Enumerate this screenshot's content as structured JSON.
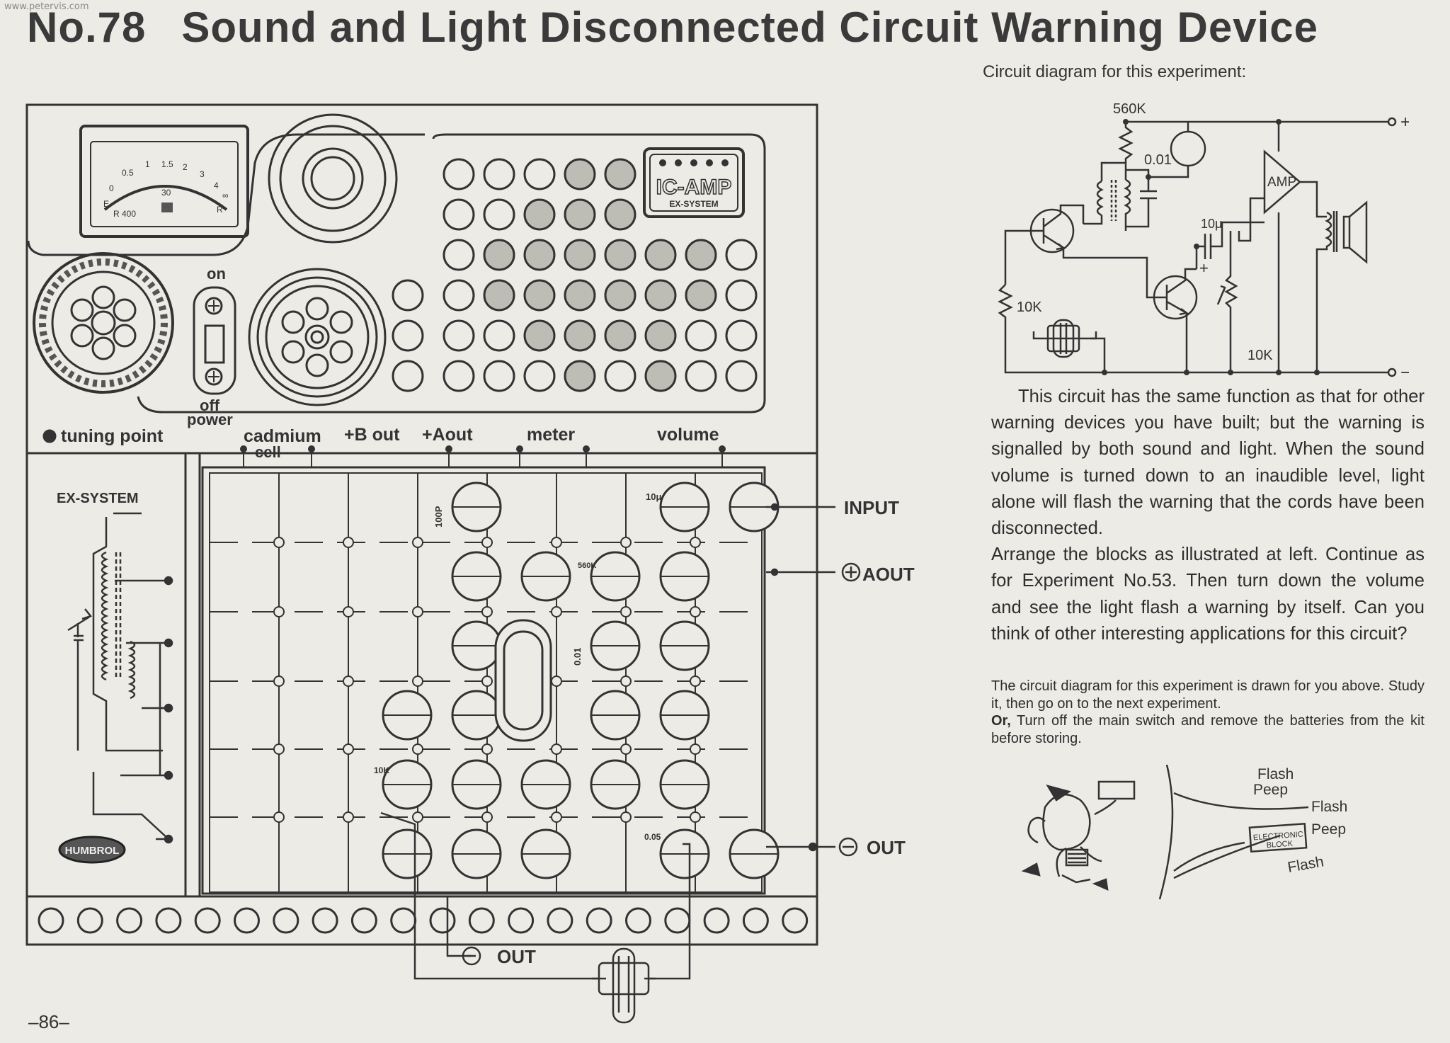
{
  "watermark": "www.petervis.com",
  "title": {
    "number": "No.78",
    "text": "Sound and Light Disconnected Circuit Warning Device"
  },
  "diagram_caption": "Circuit diagram for this experiment:",
  "page_number": "–86–",
  "kit": {
    "meter_scale": [
      "0",
      "0.5",
      "1",
      "1.5",
      "2",
      "3",
      "4",
      "E",
      "R",
      "∞",
      "30",
      "R 400"
    ],
    "ic_amp_label": "IC-AMP",
    "ex_system_small": "EX-SYSTEM",
    "switch_on": "on",
    "switch_off": "off",
    "power": "power",
    "tuning_point": "tuning point",
    "side_panel_label": "EX-SYSTEM",
    "brand_badge": "HUMBROL",
    "terminals": {
      "cadmium": "cadmium",
      "cell": "cell",
      "b_out": "+B out",
      "a_out": "+Aout",
      "meter": "meter",
      "volume": "volume"
    },
    "side_labels": {
      "input": "INPUT",
      "aout": "AOUT",
      "out": "OUT",
      "bottom_out": "OUT"
    },
    "component_labels": {
      "c100p": "100P",
      "c10u": "10μ",
      "r560k": "560K",
      "c001": "0.01",
      "r10k": "10K",
      "c005": "0.05"
    }
  },
  "schematic": {
    "labels": {
      "r_top": "560K",
      "cap": "0.01",
      "elec_cap": "10μ",
      "amp": "AMP",
      "r_left": "10K",
      "pot": "10K",
      "plus_rail": "+",
      "minus_rail": "−",
      "elec_plus": "+"
    }
  },
  "body_paragraphs": [
    "This circuit has the same function as that for other warning devices you have built; but the warning is signalled by both sound and light. When the sound volume is turned down to an inaudible level, light alone will flash the warning that the cords have been disconnected.",
    "Arrange the blocks as illustrated at left. Continue as for Experiment No.53. Then turn down the volume and see the light flash a warning by itself. Can you think of other interesting applications for this circuit?"
  ],
  "note": {
    "line1": "The circuit diagram for this experiment is drawn for you above. Study it, then go on to the next experiment.",
    "or_word": "Or,",
    "line2": "Turn off the main switch and remove the batteries from the kit before storing."
  },
  "cartoon": {
    "words": [
      "Flash",
      "Peep",
      "Flash",
      "Peep",
      "Flash"
    ],
    "box_line1": "ELECTRONIC",
    "box_line2": "BLOCK"
  }
}
